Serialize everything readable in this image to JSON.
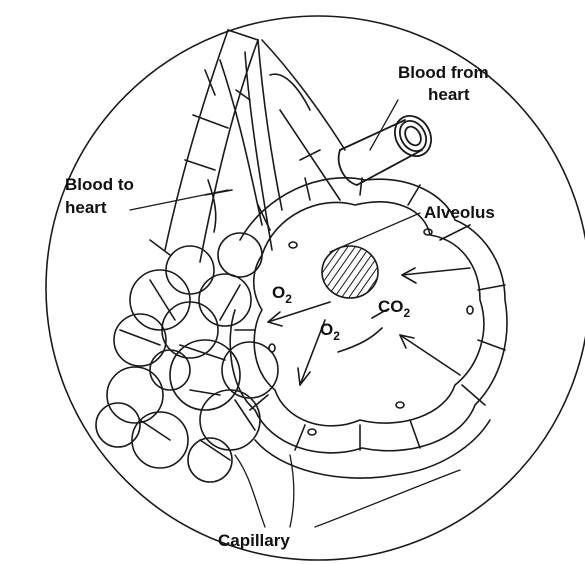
{
  "labels": {
    "blood_from_heart_line1": "Blood from",
    "blood_from_heart_line2": "heart",
    "blood_to_heart_line1": "Blood to",
    "blood_to_heart_line2": "heart",
    "alveolus": "Alveolus",
    "capillary": "Capillary"
  },
  "gases": {
    "oxygen_left": {
      "base": "O",
      "sub": "2"
    },
    "oxygen_center": {
      "base": "O",
      "sub": "2"
    },
    "carbon_dioxide": {
      "base": "CO",
      "sub": "2"
    }
  }
}
